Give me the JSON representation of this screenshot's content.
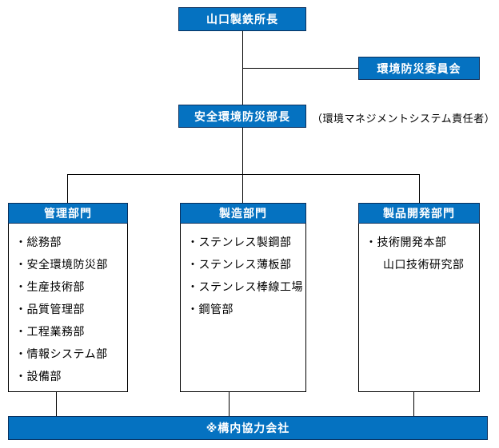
{
  "diagram": {
    "title_box": {
      "label": "山口製鉄所長"
    },
    "committee_box": {
      "label": "環境防災委員会"
    },
    "manager_box": {
      "label": "安全環境防災部長"
    },
    "manager_annotation": "（環境マネジメントシステム責任者）",
    "footer_box": {
      "label": "※構内協力会社"
    },
    "columns": [
      {
        "header": "管理部門",
        "items": [
          {
            "text": "・総務部",
            "sub": false
          },
          {
            "text": "・安全環境防災部",
            "sub": false
          },
          {
            "text": "・生産技術部",
            "sub": false
          },
          {
            "text": "・品質管理部",
            "sub": false
          },
          {
            "text": "・工程業務部",
            "sub": false
          },
          {
            "text": "・情報システム部",
            "sub": false
          },
          {
            "text": "・設備部",
            "sub": false
          }
        ]
      },
      {
        "header": "製造部門",
        "items": [
          {
            "text": "・ステンレス製鋼部",
            "sub": false
          },
          {
            "text": "・ステンレス薄板部",
            "sub": false
          },
          {
            "text": "・ステンレス棒線工場",
            "sub": false
          },
          {
            "text": "・鋼管部",
            "sub": false
          }
        ]
      },
      {
        "header": "製品開発部門",
        "items": [
          {
            "text": "・技術開発本部",
            "sub": false
          },
          {
            "text": "山口技術研究部",
            "sub": true
          }
        ]
      }
    ],
    "colors": {
      "box_fill": "#0572c1",
      "box_border": "#0a2f5c",
      "line": "#000000",
      "text_on_box": "#ffffff",
      "text_plain": "#000000"
    }
  }
}
